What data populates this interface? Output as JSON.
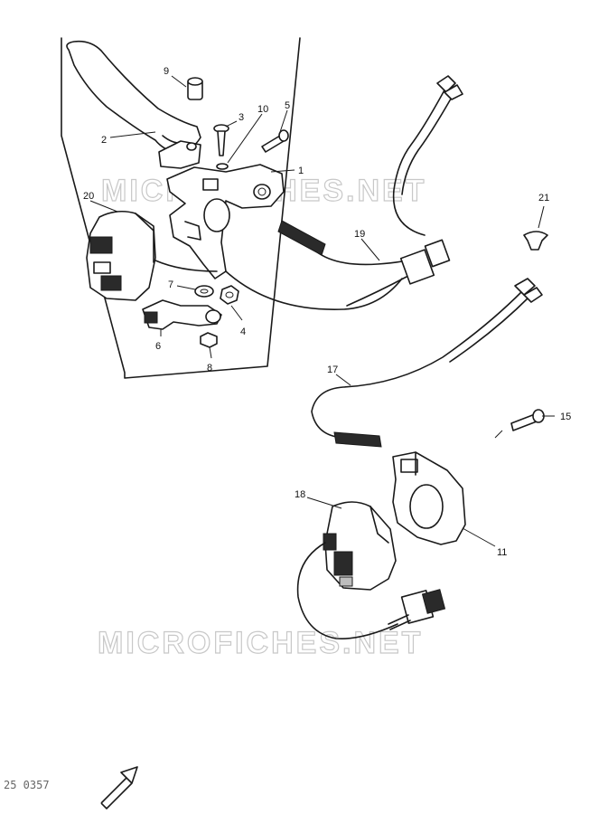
{
  "watermark": "MICROFICHES.NET",
  "corner_text": "25 0357",
  "callouts": {
    "c1": "1",
    "c2": "2",
    "c3": "3",
    "c4": "4",
    "c5": "5",
    "c6": "6",
    "c7": "7",
    "c8": "8",
    "c9": "9",
    "c10": "10",
    "c11": "11",
    "c15": "15",
    "c17": "17",
    "c18": "18",
    "c19": "19",
    "c20": "20",
    "c21": "21"
  },
  "colors": {
    "ink": "#1a1a1a",
    "watermark": "#c8c8c8",
    "background": "#ffffff"
  },
  "icons": {
    "direction_arrow": "arrow-up-right-icon"
  }
}
